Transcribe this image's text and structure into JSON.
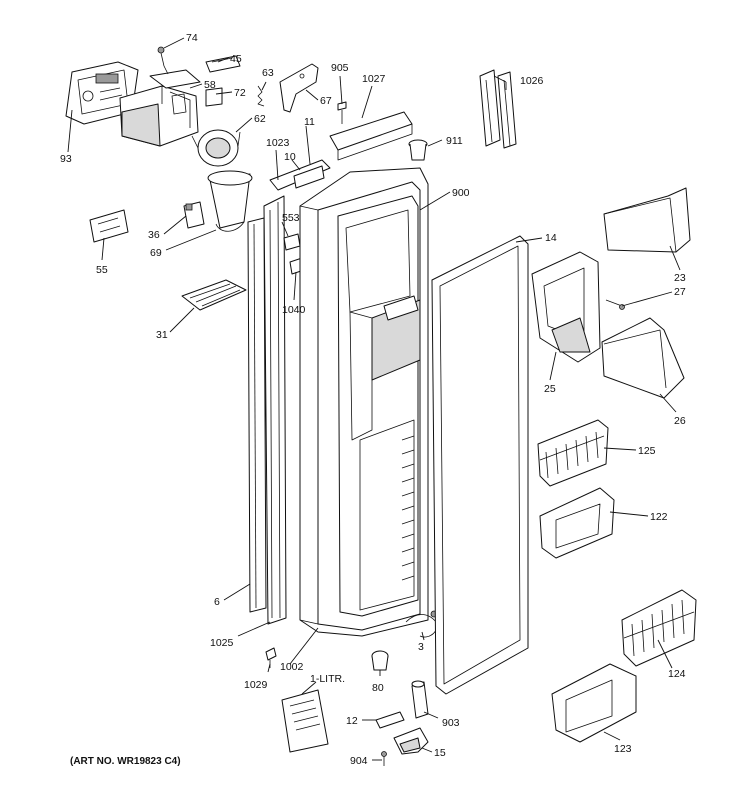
{
  "diagram": {
    "art_no": "(ART NO. WR19823 C4)",
    "callouts": {
      "c74": "74",
      "c45": "45",
      "c58": "58",
      "c72": "72",
      "c63": "63",
      "c905": "905",
      "c1027": "1027",
      "c1026": "1026",
      "c67": "67",
      "c62": "62",
      "c93": "93",
      "c11": "11",
      "c1023": "1023",
      "c10": "10",
      "c911": "911",
      "c900": "900",
      "c36": "36",
      "c553": "553",
      "c69": "69",
      "c55": "55",
      "c14": "14",
      "c23": "23",
      "c27": "27",
      "c31": "31",
      "c1040": "1040",
      "c25": "25",
      "c26": "26",
      "c125": "125",
      "c122": "122",
      "c6": "6",
      "c1025": "1025",
      "c3": "3",
      "c1002": "1002",
      "c124": "124",
      "c1029": "1029",
      "c80": "80",
      "c1litr": "1-LITR.",
      "c12": "12",
      "c903": "903",
      "c123": "123",
      "c904": "904",
      "c15": "15"
    }
  }
}
